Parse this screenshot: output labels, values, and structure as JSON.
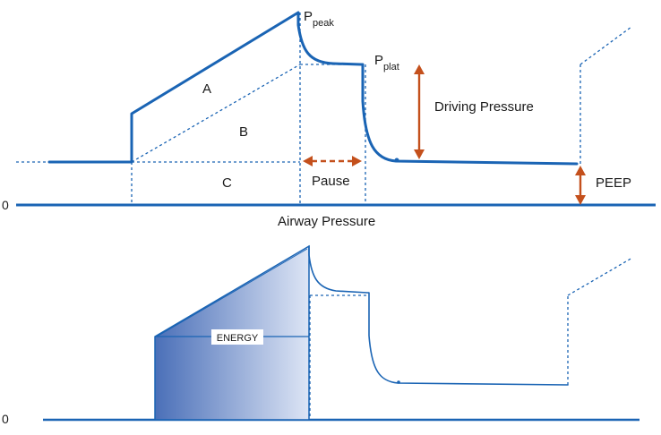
{
  "colors": {
    "curve": "#1a64b4",
    "arrow": "#c4501c",
    "energy_dark": "#4a6fb8",
    "energy_light": "#dde5f5",
    "text": "#1a1a1a"
  },
  "top_panel": {
    "p_peak_main": "P",
    "p_peak_sub": "peak",
    "p_plat_main": "P",
    "p_plat_sub": "plat",
    "area_a": "A",
    "area_b": "B",
    "area_c": "C",
    "driving_pressure": "Driving Pressure",
    "pause": "Pause",
    "peep": "PEEP",
    "zero": "0",
    "title": "Airway Pressure"
  },
  "bottom_panel": {
    "energy": "ENERGY",
    "zero": "0"
  }
}
